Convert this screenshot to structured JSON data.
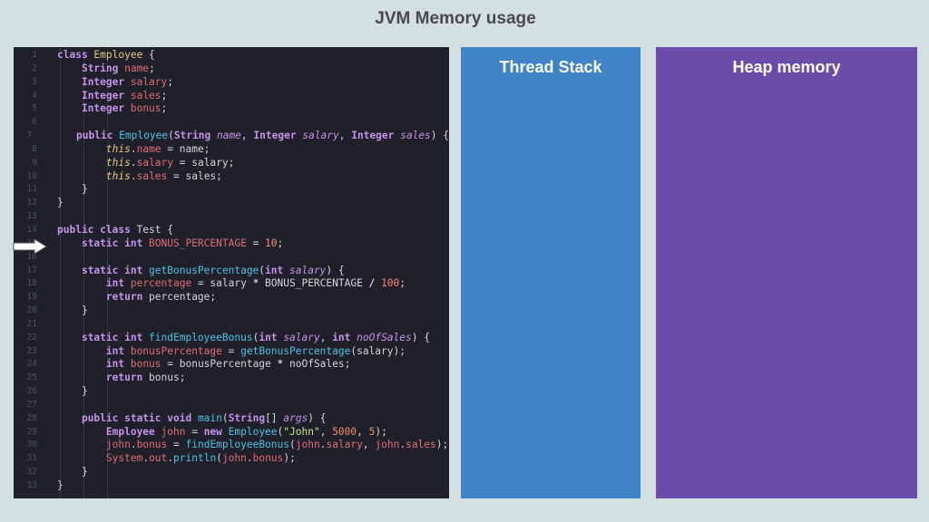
{
  "page": {
    "title": "JVM Memory usage"
  },
  "columns": {
    "thread_stack": "Thread Stack",
    "heap_memory": "Heap memory"
  },
  "code": {
    "lines": [
      {
        "n": "1",
        "tokens": [
          [
            "kw",
            "class "
          ],
          [
            "cls",
            "Employee "
          ],
          [
            "plain",
            "{"
          ]
        ]
      },
      {
        "n": "2",
        "tokens": [
          [
            "plain",
            "    "
          ],
          [
            "kw",
            "String "
          ],
          [
            "fld",
            "name"
          ],
          [
            "plain",
            ";"
          ]
        ]
      },
      {
        "n": "3",
        "tokens": [
          [
            "plain",
            "    "
          ],
          [
            "kw",
            "Integer "
          ],
          [
            "fld",
            "salary"
          ],
          [
            "plain",
            ";"
          ]
        ]
      },
      {
        "n": "4",
        "tokens": [
          [
            "plain",
            "    "
          ],
          [
            "kw",
            "Integer "
          ],
          [
            "fld",
            "sales"
          ],
          [
            "plain",
            ";"
          ]
        ]
      },
      {
        "n": "5",
        "tokens": [
          [
            "plain",
            "    "
          ],
          [
            "kw",
            "Integer "
          ],
          [
            "fld",
            "bonus"
          ],
          [
            "plain",
            ";"
          ]
        ]
      },
      {
        "n": "6",
        "tokens": []
      },
      {
        "n": "7",
        "tokens": [
          [
            "plain",
            "    "
          ],
          [
            "kw",
            "public "
          ],
          [
            "fn",
            "Employee"
          ],
          [
            "plain",
            "("
          ],
          [
            "kw",
            "String "
          ],
          [
            "par",
            "name"
          ],
          [
            "plain",
            ", "
          ],
          [
            "kw",
            "Integer "
          ],
          [
            "par",
            "salary"
          ],
          [
            "plain",
            ", "
          ],
          [
            "kw",
            "Integer "
          ],
          [
            "par",
            "sales"
          ],
          [
            "plain",
            ") {"
          ]
        ]
      },
      {
        "n": "8",
        "tokens": [
          [
            "plain",
            "        "
          ],
          [
            "thiskw",
            "this"
          ],
          [
            "plain",
            "."
          ],
          [
            "fld",
            "name"
          ],
          [
            "plain",
            " = name;"
          ]
        ]
      },
      {
        "n": "9",
        "tokens": [
          [
            "plain",
            "        "
          ],
          [
            "thiskw",
            "this"
          ],
          [
            "plain",
            "."
          ],
          [
            "fld",
            "salary"
          ],
          [
            "plain",
            " = salary;"
          ]
        ]
      },
      {
        "n": "10",
        "tokens": [
          [
            "plain",
            "        "
          ],
          [
            "thiskw",
            "this"
          ],
          [
            "plain",
            "."
          ],
          [
            "fld",
            "sales"
          ],
          [
            "plain",
            " = sales;"
          ]
        ]
      },
      {
        "n": "11",
        "tokens": [
          [
            "plain",
            "    }"
          ]
        ]
      },
      {
        "n": "12",
        "tokens": [
          [
            "plain",
            "}"
          ]
        ]
      },
      {
        "n": "13",
        "tokens": []
      },
      {
        "n": "14",
        "tokens": [
          [
            "kw",
            "public class "
          ],
          [
            "plain",
            "Test {"
          ]
        ]
      },
      {
        "n": "15",
        "tokens": [
          [
            "plain",
            "    "
          ],
          [
            "kw",
            "static int "
          ],
          [
            "fld",
            "BONUS_PERCENTAGE"
          ],
          [
            "plain",
            " = "
          ],
          [
            "num",
            "10"
          ],
          [
            "plain",
            ";"
          ]
        ]
      },
      {
        "n": "16",
        "tokens": []
      },
      {
        "n": "17",
        "tokens": [
          [
            "plain",
            "    "
          ],
          [
            "kw",
            "static int "
          ],
          [
            "fn",
            "getBonusPercentage"
          ],
          [
            "plain",
            "("
          ],
          [
            "kw",
            "int "
          ],
          [
            "par",
            "salary"
          ],
          [
            "plain",
            ") {"
          ]
        ]
      },
      {
        "n": "18",
        "tokens": [
          [
            "plain",
            "        "
          ],
          [
            "kw",
            "int "
          ],
          [
            "fld",
            "percentage"
          ],
          [
            "plain",
            " = salary "
          ],
          [
            "op",
            "*"
          ],
          [
            "plain",
            " BONUS_PERCENTAGE "
          ],
          [
            "op",
            "/"
          ],
          [
            "plain",
            " "
          ],
          [
            "num",
            "100"
          ],
          [
            "plain",
            ";"
          ]
        ]
      },
      {
        "n": "19",
        "tokens": [
          [
            "plain",
            "        "
          ],
          [
            "kw",
            "return "
          ],
          [
            "plain",
            "percentage;"
          ]
        ]
      },
      {
        "n": "20",
        "tokens": [
          [
            "plain",
            "    }"
          ]
        ]
      },
      {
        "n": "21",
        "tokens": []
      },
      {
        "n": "22",
        "tokens": [
          [
            "plain",
            "    "
          ],
          [
            "kw",
            "static int "
          ],
          [
            "fn",
            "findEmployeeBonus"
          ],
          [
            "plain",
            "("
          ],
          [
            "kw",
            "int "
          ],
          [
            "par",
            "salary"
          ],
          [
            "plain",
            ", "
          ],
          [
            "kw",
            "int "
          ],
          [
            "par",
            "noOfSales"
          ],
          [
            "plain",
            ") {"
          ]
        ]
      },
      {
        "n": "23",
        "tokens": [
          [
            "plain",
            "        "
          ],
          [
            "kw",
            "int "
          ],
          [
            "fld",
            "bonusPercentage"
          ],
          [
            "plain",
            " = "
          ],
          [
            "fn",
            "getBonusPercentage"
          ],
          [
            "plain",
            "(salary);"
          ]
        ]
      },
      {
        "n": "24",
        "tokens": [
          [
            "plain",
            "        "
          ],
          [
            "kw",
            "int "
          ],
          [
            "fld",
            "bonus"
          ],
          [
            "plain",
            " = bonusPercentage "
          ],
          [
            "op",
            "*"
          ],
          [
            "plain",
            " noOfSales;"
          ]
        ]
      },
      {
        "n": "25",
        "tokens": [
          [
            "plain",
            "        "
          ],
          [
            "kw",
            "return "
          ],
          [
            "plain",
            "bonus;"
          ]
        ]
      },
      {
        "n": "26",
        "tokens": [
          [
            "plain",
            "    }"
          ]
        ]
      },
      {
        "n": "27",
        "tokens": []
      },
      {
        "n": "28",
        "tokens": [
          [
            "plain",
            "    "
          ],
          [
            "kw",
            "public static void "
          ],
          [
            "fn",
            "main"
          ],
          [
            "plain",
            "("
          ],
          [
            "kw",
            "String"
          ],
          [
            "plain",
            "[] "
          ],
          [
            "par",
            "args"
          ],
          [
            "plain",
            ") {"
          ]
        ]
      },
      {
        "n": "29",
        "tokens": [
          [
            "plain",
            "        "
          ],
          [
            "kw",
            "Employee "
          ],
          [
            "fld",
            "john"
          ],
          [
            "plain",
            " = "
          ],
          [
            "kw",
            "new "
          ],
          [
            "fn",
            "Employee"
          ],
          [
            "plain",
            "("
          ],
          [
            "str",
            "\"John\""
          ],
          [
            "plain",
            ", "
          ],
          [
            "num",
            "5000"
          ],
          [
            "plain",
            ", "
          ],
          [
            "num",
            "5"
          ],
          [
            "plain",
            ");"
          ]
        ]
      },
      {
        "n": "30",
        "tokens": [
          [
            "plain",
            "        "
          ],
          [
            "fld",
            "john"
          ],
          [
            "plain",
            "."
          ],
          [
            "fld",
            "bonus"
          ],
          [
            "plain",
            " = "
          ],
          [
            "fn",
            "findEmployeeBonus"
          ],
          [
            "plain",
            "("
          ],
          [
            "fld",
            "john"
          ],
          [
            "plain",
            "."
          ],
          [
            "fld",
            "salary"
          ],
          [
            "plain",
            ", "
          ],
          [
            "fld",
            "john"
          ],
          [
            "plain",
            "."
          ],
          [
            "fld",
            "sales"
          ],
          [
            "plain",
            ");"
          ]
        ]
      },
      {
        "n": "31",
        "tokens": [
          [
            "plain",
            "        "
          ],
          [
            "fld",
            "System"
          ],
          [
            "plain",
            "."
          ],
          [
            "fld",
            "out"
          ],
          [
            "plain",
            "."
          ],
          [
            "fn",
            "println"
          ],
          [
            "plain",
            "("
          ],
          [
            "fld",
            "john"
          ],
          [
            "plain",
            "."
          ],
          [
            "fld",
            "bonus"
          ],
          [
            "plain",
            ");"
          ]
        ]
      },
      {
        "n": "32",
        "tokens": [
          [
            "plain",
            "    }"
          ]
        ]
      },
      {
        "n": "33",
        "tokens": [
          [
            "plain",
            "}"
          ]
        ]
      }
    ]
  }
}
